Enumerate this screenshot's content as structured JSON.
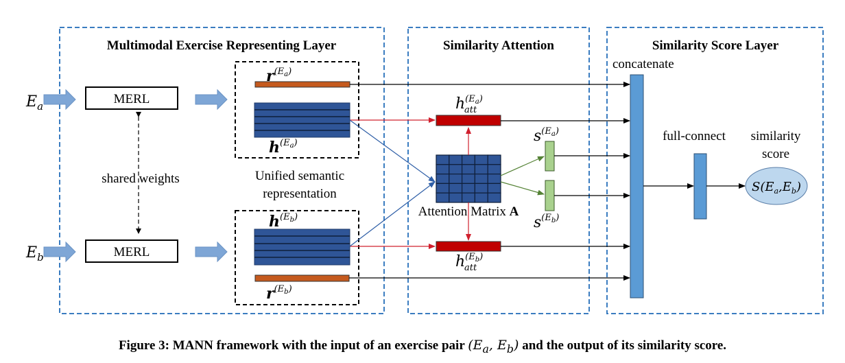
{
  "panels": {
    "merl_layer": {
      "title": "Multimodal Exercise Representing Layer"
    },
    "attention": {
      "title": "Similarity Attention"
    },
    "score_layer": {
      "title": "Similarity Score Layer"
    }
  },
  "inputs": {
    "a": {
      "base": "E",
      "sub": "a"
    },
    "b": {
      "base": "E",
      "sub": "b"
    }
  },
  "merl": {
    "top_label": "MERL",
    "bottom_label": "MERL",
    "shared_label": "shared weights"
  },
  "unified": {
    "caption_line1": "Unified semantic",
    "caption_line2": "representation",
    "r_a": {
      "base": "r",
      "sup": "(E",
      "sup_sub": "a",
      "close": ")"
    },
    "h_a": {
      "base": "h",
      "sup": "(E",
      "sup_sub": "a",
      "close": ")"
    },
    "h_b": {
      "base": "h",
      "sup": "(E",
      "sup_sub": "b",
      "close": ")"
    },
    "r_b": {
      "base": "r",
      "sup": "(E",
      "sup_sub": "b",
      "close": ")"
    }
  },
  "attention": {
    "matrix_label": "Attention Matrix ",
    "matrix_symbol": "A",
    "matrix_rows": 5,
    "matrix_cols": 5,
    "h_att_a": {
      "base": "h",
      "sub": "att",
      "sup": "(E",
      "sup_sub": "a",
      "close": ")"
    },
    "h_att_b": {
      "base": "h",
      "sub": "att",
      "sup": "(E",
      "sup_sub": "b",
      "close": ")"
    },
    "s_a": {
      "base": "s",
      "sup": "(E",
      "sup_sub": "a",
      "close": ")"
    },
    "s_b": {
      "base": "s",
      "sup": "(E",
      "sup_sub": "b",
      "close": ")"
    }
  },
  "score": {
    "concat_label": "concatenate",
    "fc_label": "full-connect",
    "sim_label_line1": "similarity",
    "sim_label_line2": "score",
    "output": {
      "fn": "S(",
      "a": "E",
      "a_sub": "a",
      "sep": ",",
      "b": "E",
      "b_sub": "b",
      "close": ")"
    }
  },
  "caption": {
    "prefix": "Figure 3: MANN framework with the input of an exercise pair ",
    "pair_open": "(",
    "pair_a": "E",
    "pair_a_sub": "a",
    "pair_sep": ", ",
    "pair_b": "E",
    "pair_b_sub": "b",
    "pair_close": ")",
    "suffix": " and the output of its similarity score."
  },
  "colors": {
    "panel_border": "#3a7cc0",
    "input_arrow": "#7ea6d6",
    "r_bar": "#c55a1e",
    "h_block": "#2f5597",
    "h_att_bar": "#c00000",
    "s_bar": "#a9d18e",
    "green_arrow": "#548235",
    "concat_bar": "#5b9bd5",
    "ellipse": "#bdd7ee"
  }
}
